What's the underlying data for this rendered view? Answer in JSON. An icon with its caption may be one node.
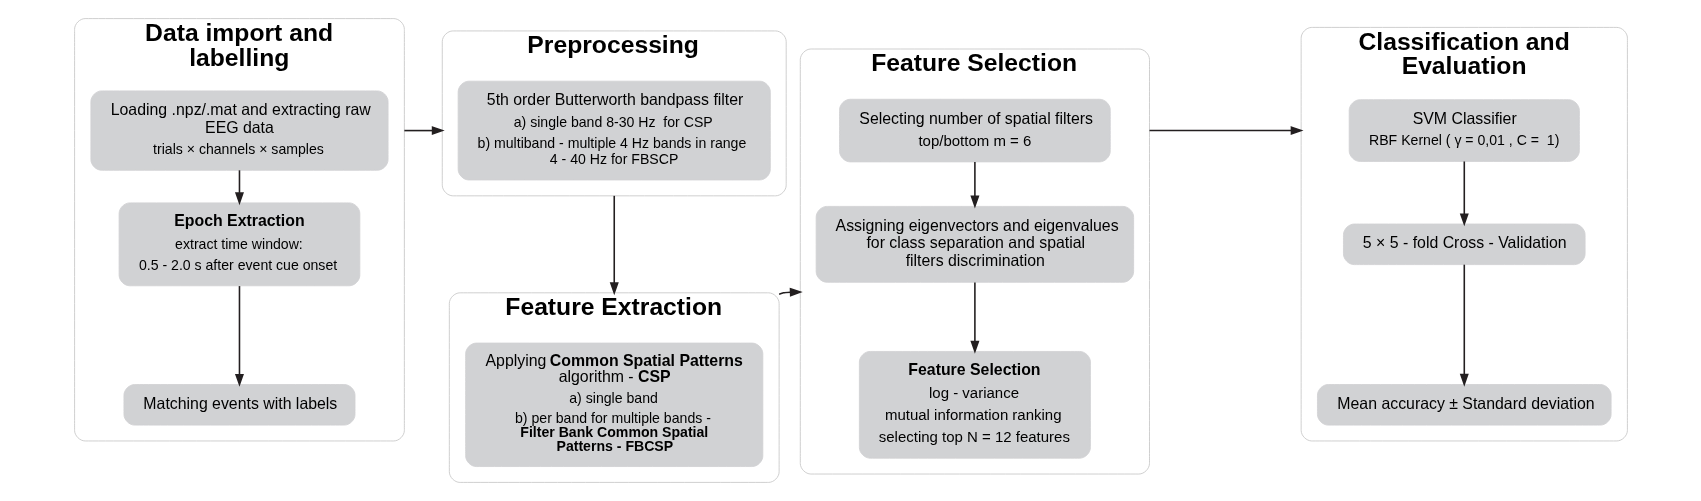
{
  "diagram": {
    "nodes": [
      {
        "text": [
          "Data import and labelling"
        ]
      },
      {
        "text": [
          "Loading .npz/.mat and extracting raw EEG data",
          "trials × channels × samples"
        ],
        "in": 0
      },
      {
        "text": [
          "Epoch Extraction",
          "extract time window:",
          "0.5 - 2.0 s after event cue onset"
        ],
        "in": 0
      },
      {
        "text": [
          "Matching events with labels"
        ],
        "in": 0
      },
      {
        "text": [
          "Preprocessing"
        ]
      },
      {
        "text": [
          "5th order Butterworth bandpass filter",
          "a) single band 8-30 Hz  for CSP",
          "b) multiband - multiple 4 Hz bands in range 4 - 40 Hz for FBSCP"
        ],
        "in": 4
      },
      {
        "text": [
          "Feature Extraction"
        ]
      },
      {
        "text": [
          "Applying **Common Spatial Patterns** algorithm - **CSP**",
          "a) single band",
          "b) per band for multiple bands - **Filter Bank Common Spatial Patterns - FBCSP**"
        ],
        "in": 6
      },
      {
        "text": [
          "Feature Selection"
        ]
      },
      {
        "text": [
          "Selecting number of spatial filters",
          "top/bottom m = 6"
        ],
        "in": 8
      },
      {
        "text": [
          "Assigning eigenvectors and eigenvalues for class separation and spatial filters discrimination"
        ],
        "in": 8
      },
      {
        "text": [
          "Feature Selection",
          "log - variance",
          "mutual information ranking",
          "selecting top N = 12 features"
        ],
        "in": 8
      },
      {
        "text": [
          "Classification and Evaluation"
        ]
      },
      {
        "text": [
          "SVM Classifier",
          "RBF Kernel ( γ = 0,01 , C =  1)"
        ],
        "in": 12
      },
      {
        "text": [
          "5 × 5 - fold Cross - Validation"
        ],
        "in": 12
      },
      {
        "text": [
          "Mean accuracy ± Standard deviation"
        ],
        "in": 12
      }
    ],
    "edges": [
      {
        "from": 1,
        "to": 2,
        "arrow": "to"
      },
      {
        "from": 2,
        "to": 3,
        "arrow": "to"
      },
      {
        "from": 0,
        "to": 4,
        "arrow": "to"
      },
      {
        "from": 4,
        "to": 6,
        "arrow": "to"
      },
      {
        "from": 6,
        "to": 8,
        "arrow": "to"
      },
      {
        "from": 8,
        "to": 12,
        "arrow": "to"
      },
      {
        "from": 9,
        "to": 10,
        "arrow": "to"
      },
      {
        "from": 10,
        "to": 11,
        "arrow": "to"
      },
      {
        "from": 13,
        "to": 14,
        "arrow": "to"
      },
      {
        "from": 14,
        "to": 15,
        "arrow": "to"
      }
    ]
  }
}
